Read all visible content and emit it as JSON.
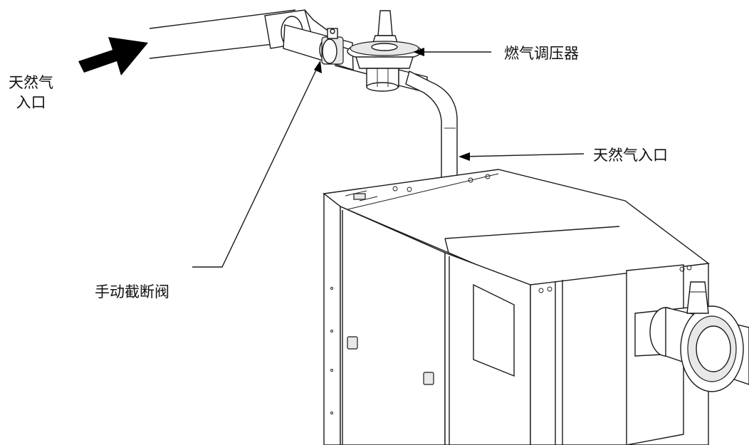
{
  "labels": {
    "gas_inlet_left_line1": "天然气",
    "gas_inlet_left_line2": "入口",
    "gas_regulator": "燃气调压器",
    "gas_inlet_right": "天然气入口",
    "manual_shutoff_valve": "手动截断阀"
  },
  "colors": {
    "line": "#1a1a1a",
    "background": "#ffffff",
    "arrow": "#000000"
  }
}
